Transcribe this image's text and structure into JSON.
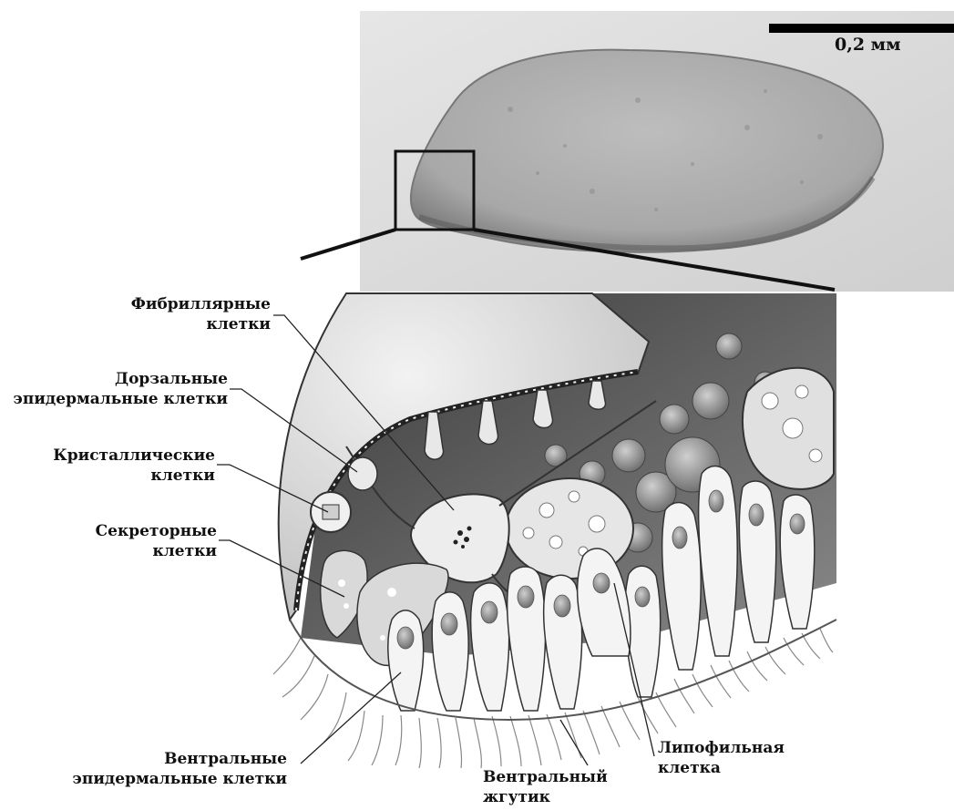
{
  "scale_bar": {
    "text": "0,2 мм"
  },
  "labels": {
    "fibrillar": {
      "line1": "Фибриллярные",
      "line2": "клетки"
    },
    "dorsal": {
      "line1": "Дорзальные",
      "line2": "эпидермальные клетки"
    },
    "crystal": {
      "line1": "Кристаллические",
      "line2": "клетки"
    },
    "secretory": {
      "line1": "Секреторные",
      "line2": "клетки"
    },
    "ventral_epi": {
      "line1": "Вентральные",
      "line2": "эпидермальные клетки"
    },
    "ventral_flag": {
      "line1": "Вентральный",
      "line2": "жгутик"
    },
    "lipophil": {
      "line1": "Липофильная",
      "line2": "клетка"
    }
  },
  "colors": {
    "background": "#ffffff",
    "sem_bg": "#dcdcdc",
    "text": "#111111"
  }
}
